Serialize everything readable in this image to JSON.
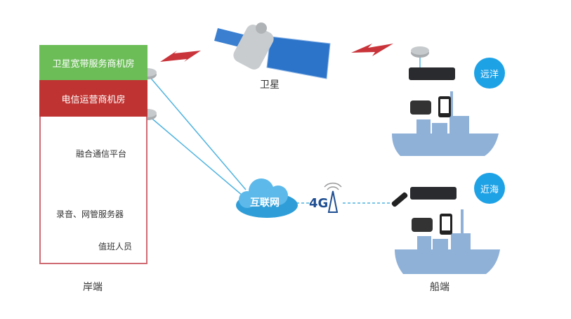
{
  "shore": {
    "label": "岸端",
    "satellite_room": "卫星宽带服务商机房",
    "telecom_room": "电信运营商机房",
    "platform": "融合通信平台",
    "servers": "录音、网管服务器",
    "operator": "值班人员"
  },
  "satellite": {
    "label": "卫星"
  },
  "internet": {
    "label": "互联网"
  },
  "cellular": {
    "label": "4G"
  },
  "ship": {
    "label": "船端",
    "far_sea": "远洋",
    "near_sea": "近海"
  },
  "colors": {
    "green": "#6cbd58",
    "red": "#bf3432",
    "blue": "#1ea2e6",
    "ship": "#8fb1d8",
    "link": "#4fb3e0"
  }
}
